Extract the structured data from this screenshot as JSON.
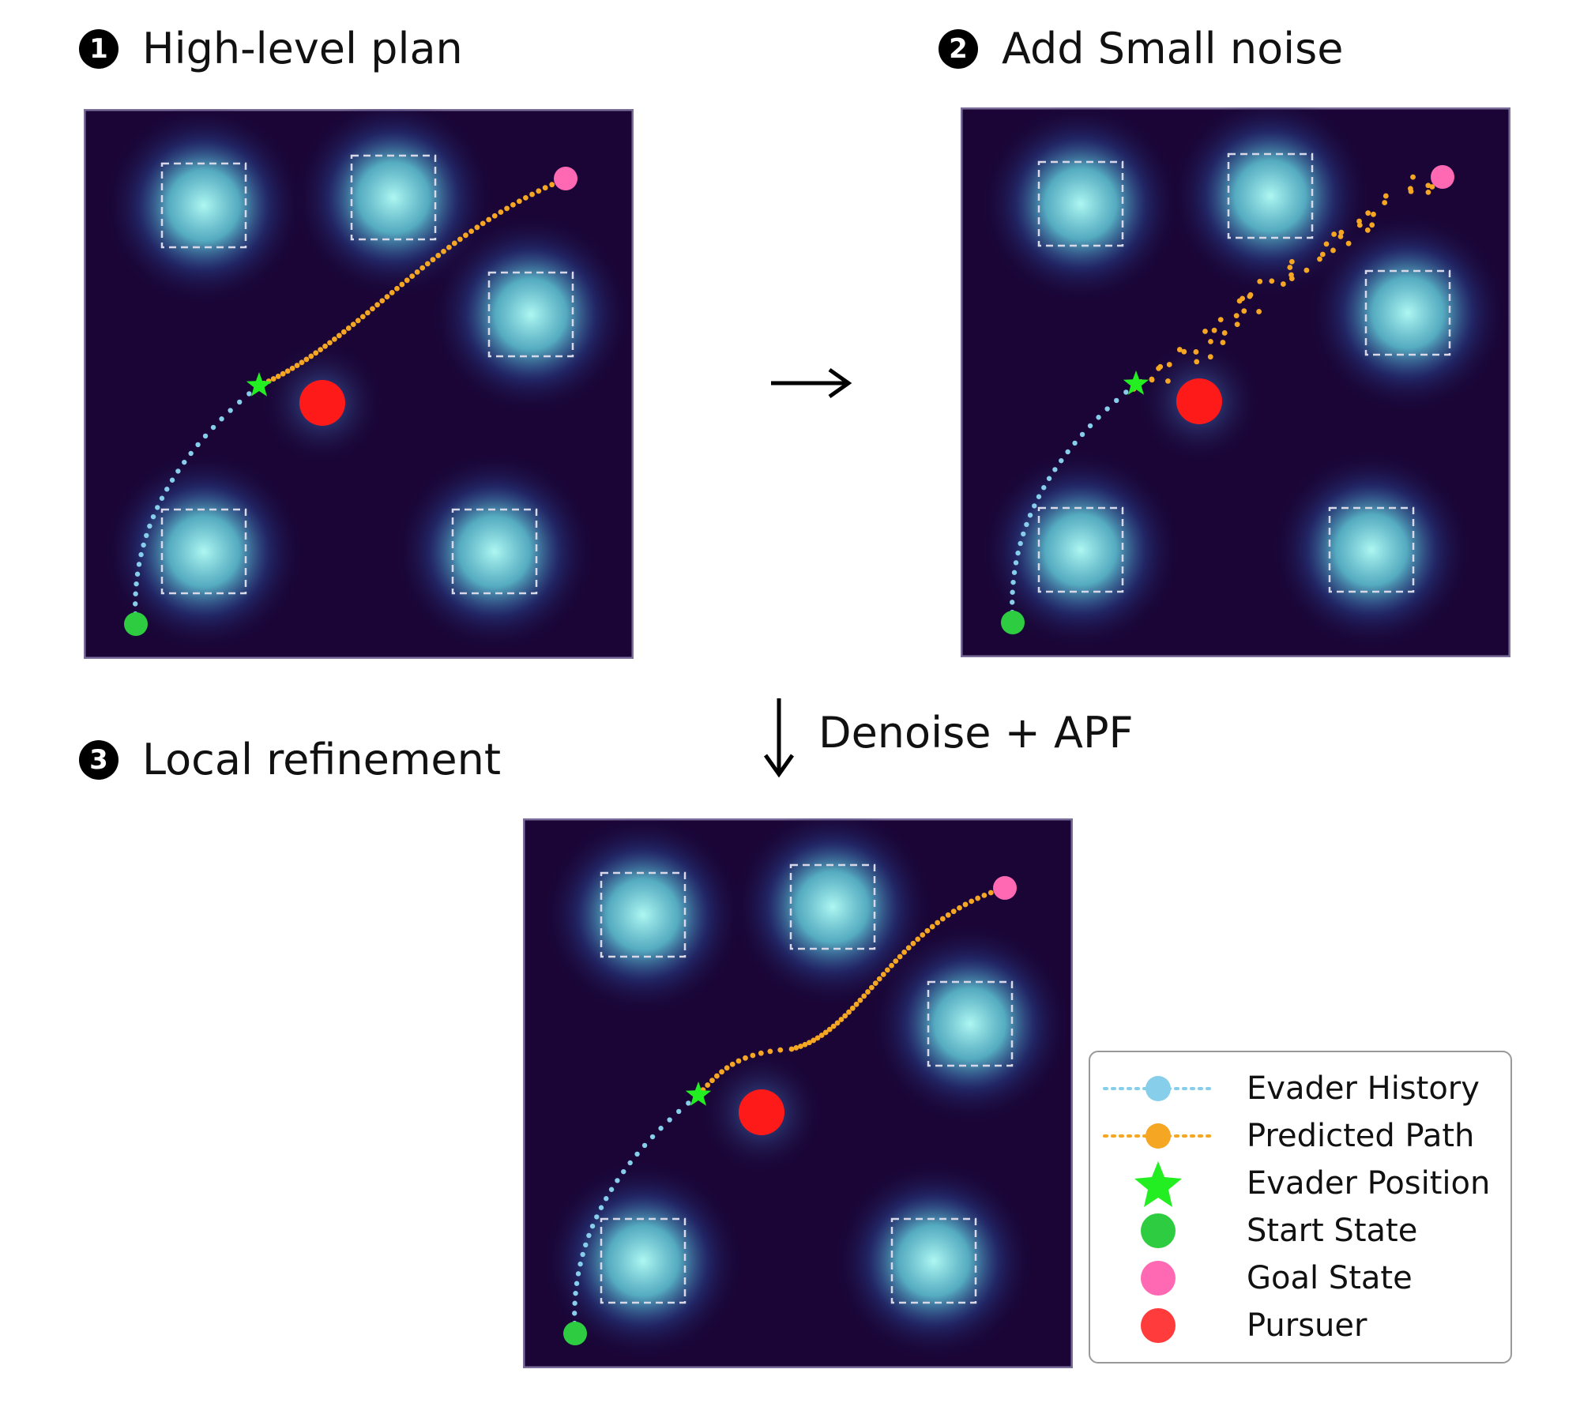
{
  "steps": [
    {
      "badge": "1",
      "title": "High-level plan"
    },
    {
      "badge": "2",
      "title": "Add Small noise"
    },
    {
      "badge": "3",
      "title": "Local refinement"
    }
  ],
  "transition_label": "Denoise + APF",
  "legend": {
    "items": [
      {
        "label": "Evader History",
        "color": "#87ceeb"
      },
      {
        "label": "Predicted Path",
        "color": "#f5a623"
      },
      {
        "label": "Evader Position",
        "color": "#22ee22"
      },
      {
        "label": "Start State",
        "color": "#2ecc40"
      },
      {
        "label": "Goal State",
        "color": "#ff69b4"
      },
      {
        "label": "Pursuer",
        "color": "#ff1a1a"
      }
    ]
  },
  "colors": {
    "background": "#1a0536",
    "obstacle_glow": "#aef7f2",
    "obstacle_border": "#d8d8e8"
  }
}
